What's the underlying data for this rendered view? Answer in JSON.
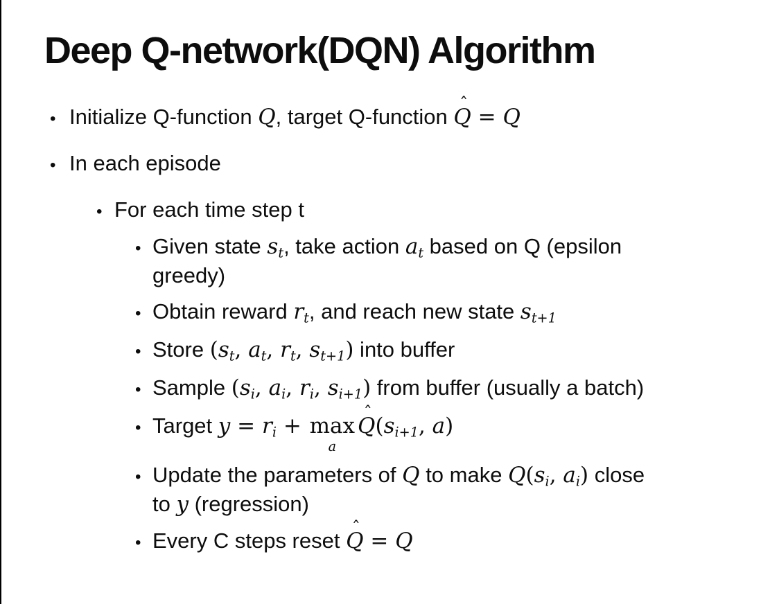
{
  "slide": {
    "title": "Deep Q-network(DQN) Algorithm",
    "bullet_glyph": "•",
    "accent_colors": {
      "text": "#0d0d0d",
      "background": "#ffffff",
      "frame_line": "#000000"
    },
    "bullets": [
      {
        "level": 1,
        "parts": [
          {
            "text": "Initialize Q-function "
          },
          {
            "math": "Q"
          },
          {
            "text": ", target Q-function "
          },
          {
            "math": "Q",
            "hat": true
          },
          {
            "rm": " = "
          },
          {
            "math": "Q"
          }
        ]
      },
      {
        "level": 1,
        "parts": [
          {
            "text": "In each episode"
          }
        ]
      },
      {
        "level": 2,
        "parts": [
          {
            "text": "For each time step t"
          }
        ]
      },
      {
        "level": 3,
        "parts": [
          {
            "text": "Given state "
          },
          {
            "math": "s",
            "sub": "t"
          },
          {
            "text": ", take action "
          },
          {
            "math": "a",
            "sub": "t"
          },
          {
            "text": " based on Q (epsilon"
          },
          {
            "br": true
          },
          {
            "text": "greedy)"
          }
        ]
      },
      {
        "level": 3,
        "parts": [
          {
            "text": "Obtain reward "
          },
          {
            "math": "r",
            "sub": "t"
          },
          {
            "text": ", and reach new state "
          },
          {
            "math": "s",
            "sub": "t+1"
          }
        ]
      },
      {
        "level": 3,
        "parts": [
          {
            "text": "Store "
          },
          {
            "rm": "("
          },
          {
            "math": "s",
            "sub": "t"
          },
          {
            "rm": ", "
          },
          {
            "math": "a",
            "sub": "t"
          },
          {
            "rm": ", "
          },
          {
            "math": "r",
            "sub": "t"
          },
          {
            "rm": ", "
          },
          {
            "math": "s",
            "sub": "t+1"
          },
          {
            "rm": ")"
          },
          {
            "text": " into buffer"
          }
        ]
      },
      {
        "level": 3,
        "parts": [
          {
            "text": "Sample "
          },
          {
            "rm": "("
          },
          {
            "math": "s",
            "sub": "i"
          },
          {
            "rm": ", "
          },
          {
            "math": "a",
            "sub": "i"
          },
          {
            "rm": ", "
          },
          {
            "math": "r",
            "sub": "i"
          },
          {
            "rm": ", "
          },
          {
            "math": "s",
            "sub": "i+1"
          },
          {
            "rm": ")"
          },
          {
            "text": " from buffer (usually a batch)"
          }
        ]
      },
      {
        "level": 3,
        "parts": [
          {
            "text": "Target "
          },
          {
            "math": "y"
          },
          {
            "rm": " = "
          },
          {
            "math": "r",
            "sub": "i"
          },
          {
            "rm": " + "
          },
          {
            "munder": {
              "base": "max",
              "under": "a"
            }
          },
          {
            "math": "Q",
            "hat": true
          },
          {
            "rm": "("
          },
          {
            "math": "s",
            "sub": "i+1"
          },
          {
            "rm": ", "
          },
          {
            "math": "a"
          },
          {
            "rm": ")"
          }
        ]
      },
      {
        "level": 3,
        "parts": [
          {
            "text": "Update the parameters of "
          },
          {
            "math": "Q"
          },
          {
            "text": " to make "
          },
          {
            "math": "Q"
          },
          {
            "rm": "("
          },
          {
            "math": "s",
            "sub": "i"
          },
          {
            "rm": ", "
          },
          {
            "math": "a",
            "sub": "i"
          },
          {
            "rm": ")"
          },
          {
            "text": " close"
          },
          {
            "br": true
          },
          {
            "text": "to "
          },
          {
            "math": "y"
          },
          {
            "text": " (regression)"
          }
        ]
      },
      {
        "level": 3,
        "parts": [
          {
            "text": "Every C steps reset "
          },
          {
            "math": "Q",
            "hat": true
          },
          {
            "rm": " = "
          },
          {
            "math": "Q"
          }
        ]
      }
    ]
  }
}
